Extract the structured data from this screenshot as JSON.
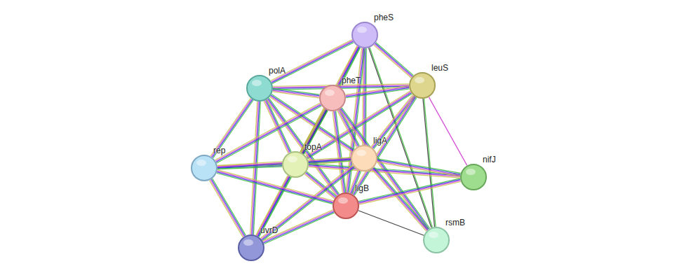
{
  "diagram": {
    "nodes": [
      {
        "text": [
          "pheS"
        ]
      },
      {
        "text": [
          "polA"
        ]
      },
      {
        "text": [
          "pheT"
        ]
      },
      {
        "text": [
          "leuS"
        ]
      },
      {
        "text": [
          "rep"
        ]
      },
      {
        "text": [
          "topA"
        ]
      },
      {
        "text": [
          "ligA"
        ]
      },
      {
        "text": [
          "nifJ"
        ]
      },
      {
        "text": [
          "ligB"
        ]
      },
      {
        "text": [
          "uvrD"
        ]
      },
      {
        "text": [
          "rsmB"
        ]
      }
    ],
    "edges": [
      {
        "from": 0,
        "to": 1,
        "arrow": "none"
      },
      {
        "from": 0,
        "to": 2,
        "arrow": "none"
      },
      {
        "from": 0,
        "to": 3,
        "arrow": "none"
      },
      {
        "from": 0,
        "to": 5,
        "arrow": "none"
      },
      {
        "from": 0,
        "to": 6,
        "arrow": "none"
      },
      {
        "from": 0,
        "to": 8,
        "arrow": "none"
      },
      {
        "from": 0,
        "to": 10,
        "arrow": "none"
      },
      {
        "from": 3,
        "to": 1,
        "arrow": "none"
      },
      {
        "from": 3,
        "to": 2,
        "arrow": "none"
      },
      {
        "from": 3,
        "to": 5,
        "arrow": "none"
      },
      {
        "from": 3,
        "to": 6,
        "arrow": "none"
      },
      {
        "from": 3,
        "to": 8,
        "arrow": "none"
      },
      {
        "from": 3,
        "to": 7,
        "arrow": "none"
      },
      {
        "from": 3,
        "to": 10,
        "arrow": "none"
      },
      {
        "from": 1,
        "to": 2,
        "arrow": "none"
      },
      {
        "from": 1,
        "to": 5,
        "arrow": "none"
      },
      {
        "from": 1,
        "to": 6,
        "arrow": "none"
      },
      {
        "from": 1,
        "to": 8,
        "arrow": "none"
      },
      {
        "from": 1,
        "to": 4,
        "arrow": "none"
      },
      {
        "from": 1,
        "to": 9,
        "arrow": "none"
      },
      {
        "from": 2,
        "to": 5,
        "arrow": "none"
      },
      {
        "from": 2,
        "to": 6,
        "arrow": "none"
      },
      {
        "from": 2,
        "to": 8,
        "arrow": "none"
      },
      {
        "from": 2,
        "to": 4,
        "arrow": "none"
      },
      {
        "from": 2,
        "to": 9,
        "arrow": "none"
      },
      {
        "from": 2,
        "to": 10,
        "arrow": "none"
      },
      {
        "from": 5,
        "to": 6,
        "arrow": "none"
      },
      {
        "from": 5,
        "to": 4,
        "arrow": "none"
      },
      {
        "from": 5,
        "to": 8,
        "arrow": "none"
      },
      {
        "from": 5,
        "to": 9,
        "arrow": "none"
      },
      {
        "from": 5,
        "to": 7,
        "arrow": "none"
      },
      {
        "from": 6,
        "to": 8,
        "arrow": "none"
      },
      {
        "from": 6,
        "to": 7,
        "arrow": "none"
      },
      {
        "from": 6,
        "to": 4,
        "arrow": "none"
      },
      {
        "from": 6,
        "to": 9,
        "arrow": "none"
      },
      {
        "from": 6,
        "to": 10,
        "arrow": "none"
      },
      {
        "from": 8,
        "to": 4,
        "arrow": "none"
      },
      {
        "from": 8,
        "to": 9,
        "arrow": "none"
      },
      {
        "from": 8,
        "to": 7,
        "arrow": "none"
      },
      {
        "from": 8,
        "to": 10,
        "arrow": "none"
      },
      {
        "from": 4,
        "to": 9,
        "arrow": "none"
      }
    ]
  }
}
